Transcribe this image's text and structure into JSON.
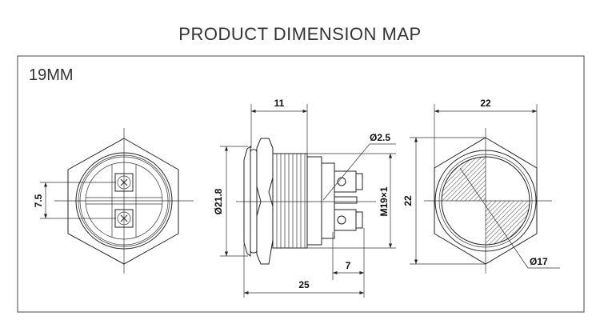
{
  "title": "PRODUCT DIMENSION MAP",
  "size_label": "19MM",
  "dimensions": {
    "terminal_spacing": "7.5",
    "thread_length": "11",
    "flange_diameter": "Ø21.8",
    "terminal_hole": "Ø2.5",
    "thread_spec": "M19×1",
    "terminal_length": "7",
    "total_length": "25",
    "hex_width": "22",
    "hex_height": "22",
    "button_diameter": "Ø17"
  }
}
